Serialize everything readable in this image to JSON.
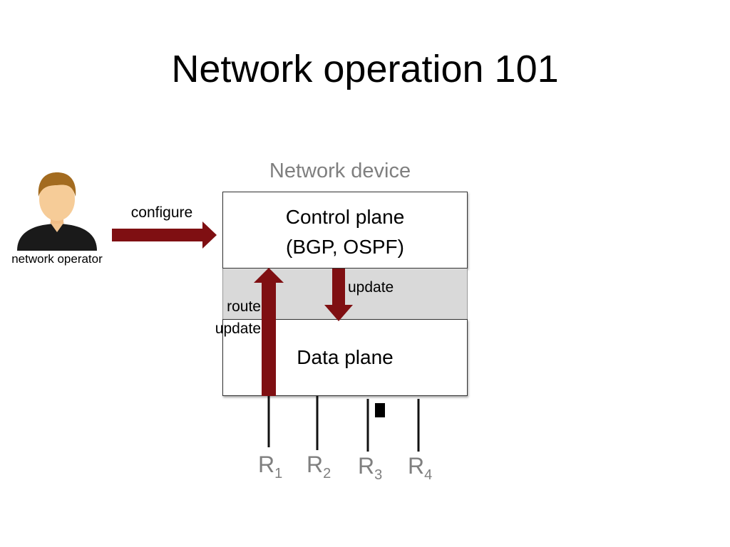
{
  "slide": {
    "title": "Network operation 101",
    "device_label": "Network device",
    "control_plane": {
      "line1": "Control plane",
      "line2": "(BGP, OSPF)"
    },
    "data_plane": {
      "label": "Data plane"
    },
    "operator": {
      "label": "network operator",
      "icon": "person-icon"
    },
    "arrows": {
      "configure": "configure",
      "update": "update",
      "route_update_line1": "route",
      "route_update_line2": "update"
    },
    "ports": [
      {
        "base": "R",
        "sub": "1"
      },
      {
        "base": "R",
        "sub": "2"
      },
      {
        "base": "R",
        "sub": "3"
      },
      {
        "base": "R",
        "sub": "4"
      }
    ],
    "colors": {
      "arrow": "#7f0f12",
      "text_gray": "#7f7f7f",
      "middle_band": "#d9d9d9"
    }
  }
}
